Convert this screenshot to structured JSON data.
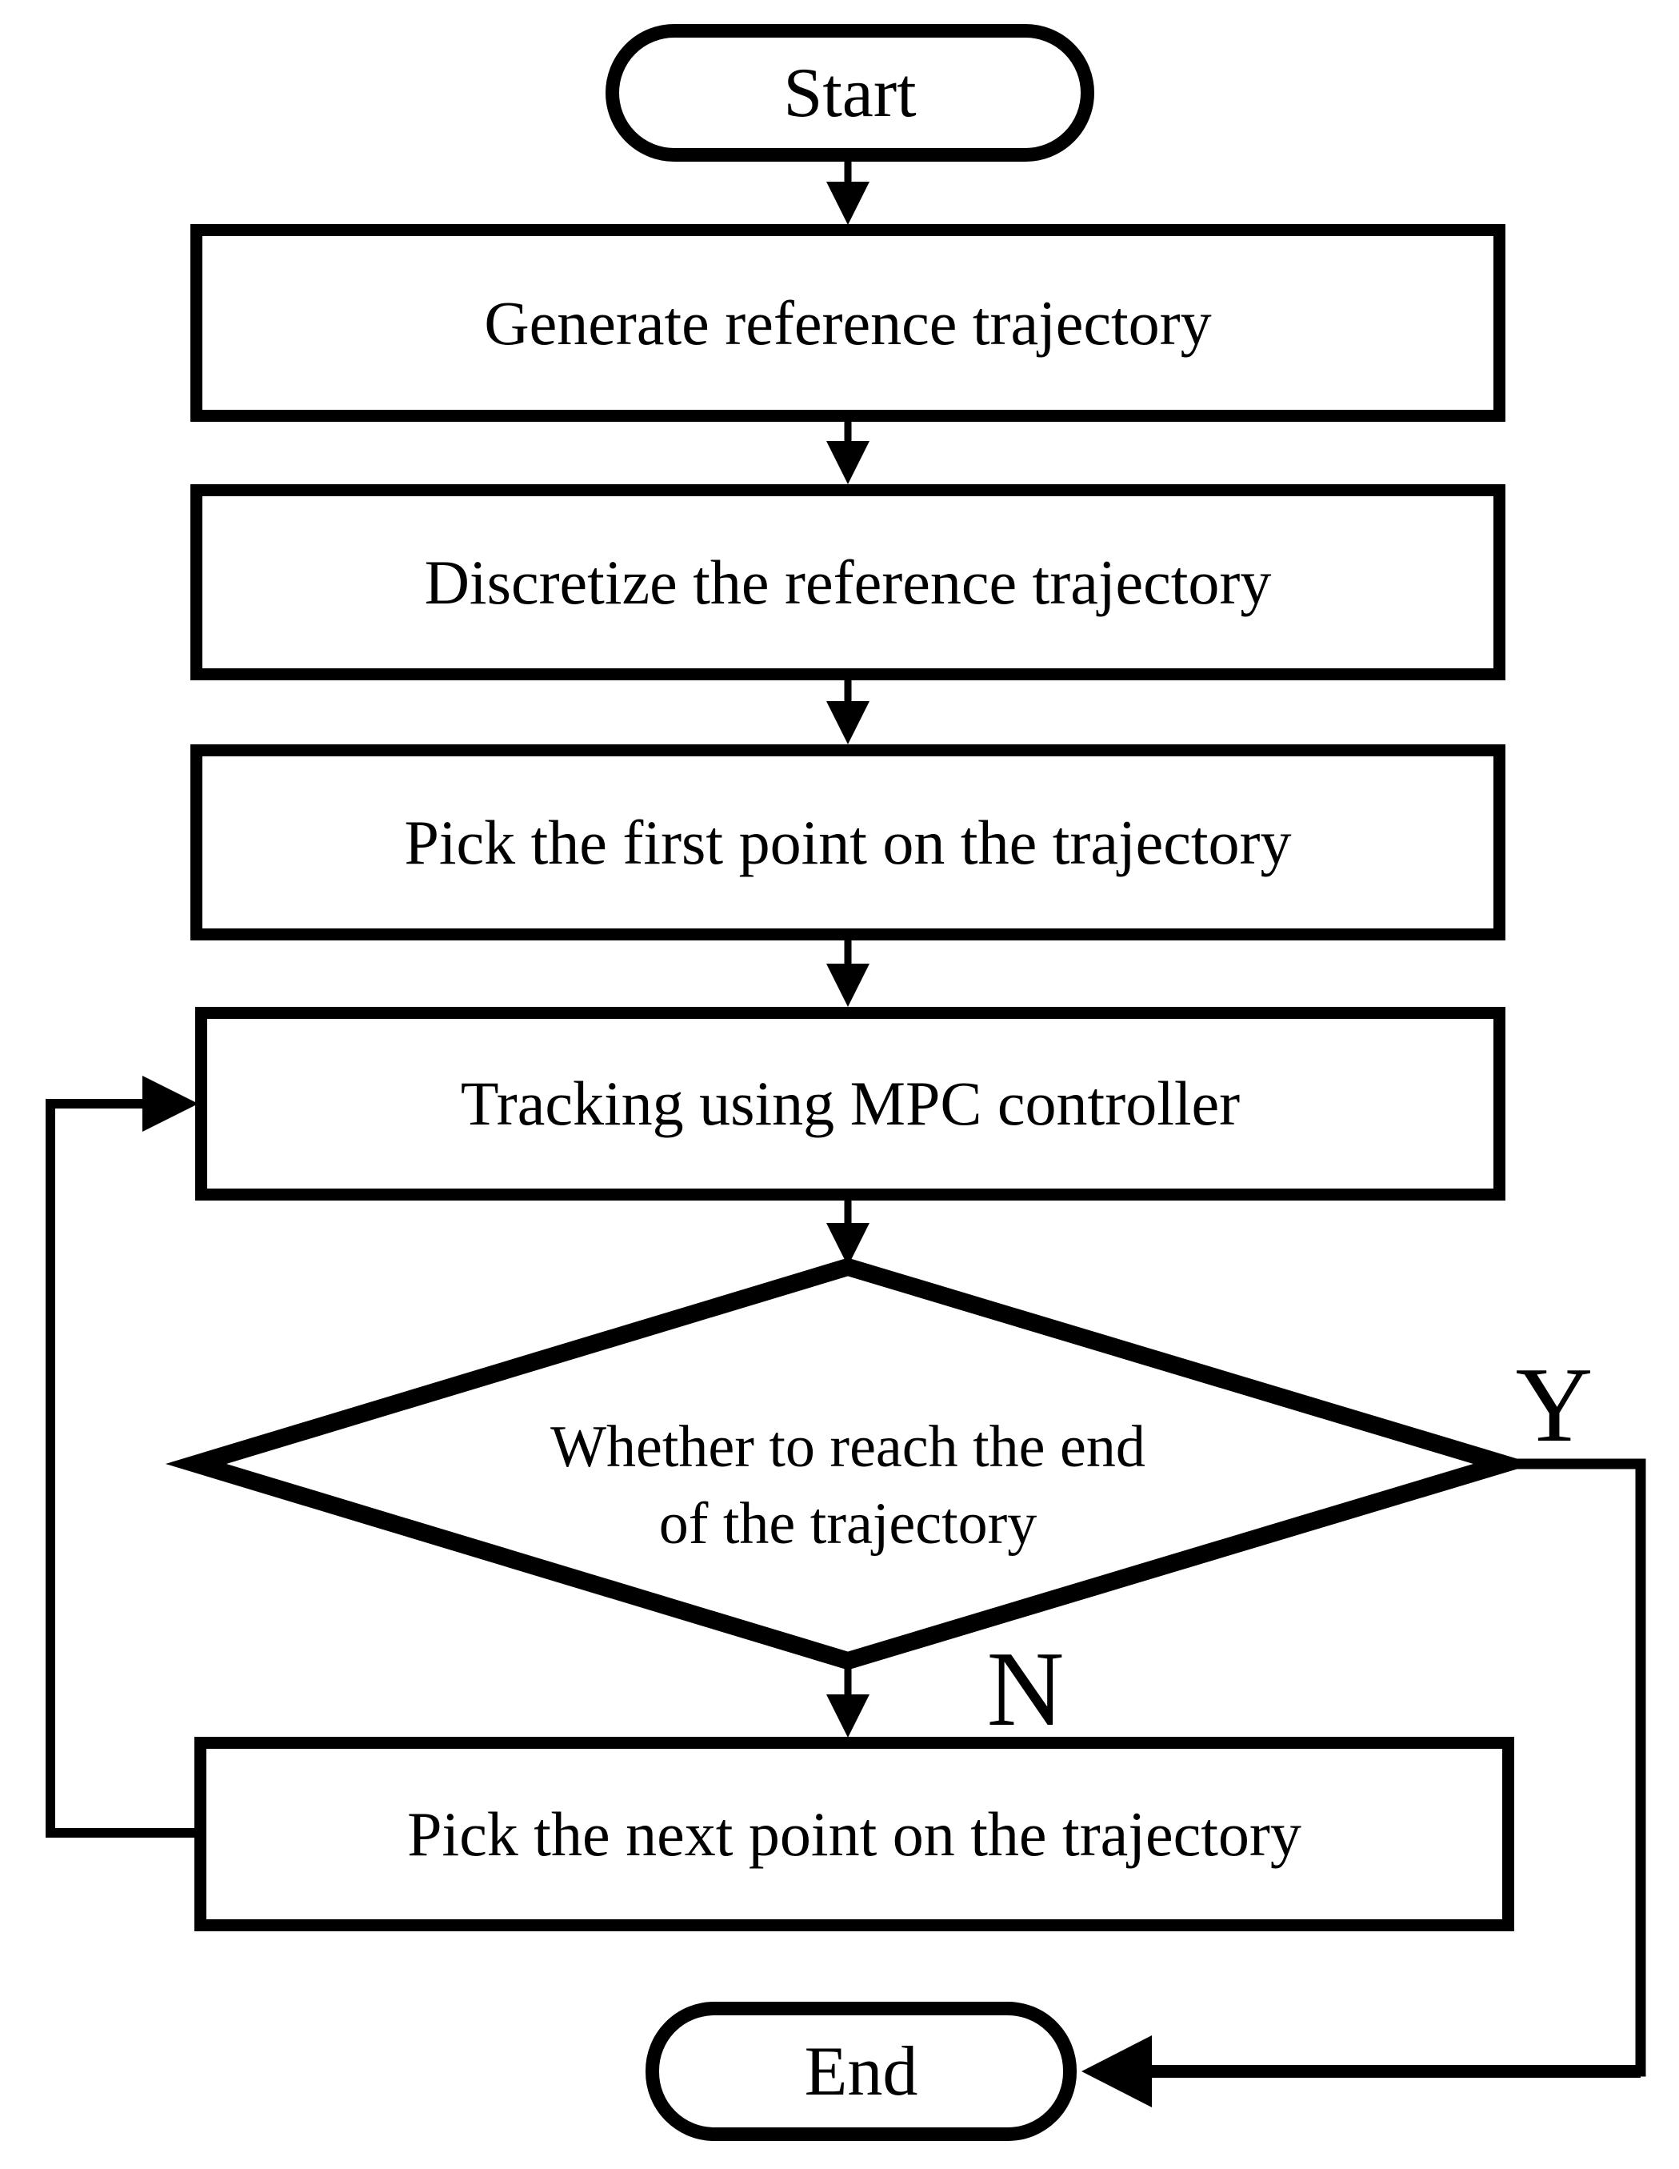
{
  "flowchart": {
    "nodes": [
      {
        "id": "start",
        "type": "terminator",
        "label": "Start"
      },
      {
        "id": "generate-reference-trajectory",
        "type": "process",
        "label": "Generate reference trajectory"
      },
      {
        "id": "discretize-reference-trajectory",
        "type": "process",
        "label": "Discretize the reference trajectory"
      },
      {
        "id": "pick-first-point",
        "type": "process",
        "label": "Pick the first point on the trajectory"
      },
      {
        "id": "tracking-mpc",
        "type": "process",
        "label": "Tracking using MPC controller"
      },
      {
        "id": "reach-end-decision",
        "type": "decision",
        "label": "Whether to reach the end of the trajectory",
        "label_lines": [
          "Whether to reach the end",
          "of the trajectory"
        ]
      },
      {
        "id": "pick-next-point",
        "type": "process",
        "label": "Pick the next point on the trajectory"
      },
      {
        "id": "end",
        "type": "terminator",
        "label": "End"
      }
    ],
    "edges": [
      {
        "from": "start",
        "to": "generate-reference-trajectory",
        "label": ""
      },
      {
        "from": "generate-reference-trajectory",
        "to": "discretize-reference-trajectory",
        "label": ""
      },
      {
        "from": "discretize-reference-trajectory",
        "to": "pick-first-point",
        "label": ""
      },
      {
        "from": "pick-first-point",
        "to": "tracking-mpc",
        "label": ""
      },
      {
        "from": "tracking-mpc",
        "to": "reach-end-decision",
        "label": ""
      },
      {
        "from": "reach-end-decision",
        "to": "pick-next-point",
        "label": "N"
      },
      {
        "from": "reach-end-decision",
        "to": "end",
        "label": "Y"
      },
      {
        "from": "pick-next-point",
        "to": "tracking-mpc",
        "label": ""
      }
    ],
    "colors": {
      "stroke": "#000000",
      "fill": "#ffffff"
    }
  }
}
